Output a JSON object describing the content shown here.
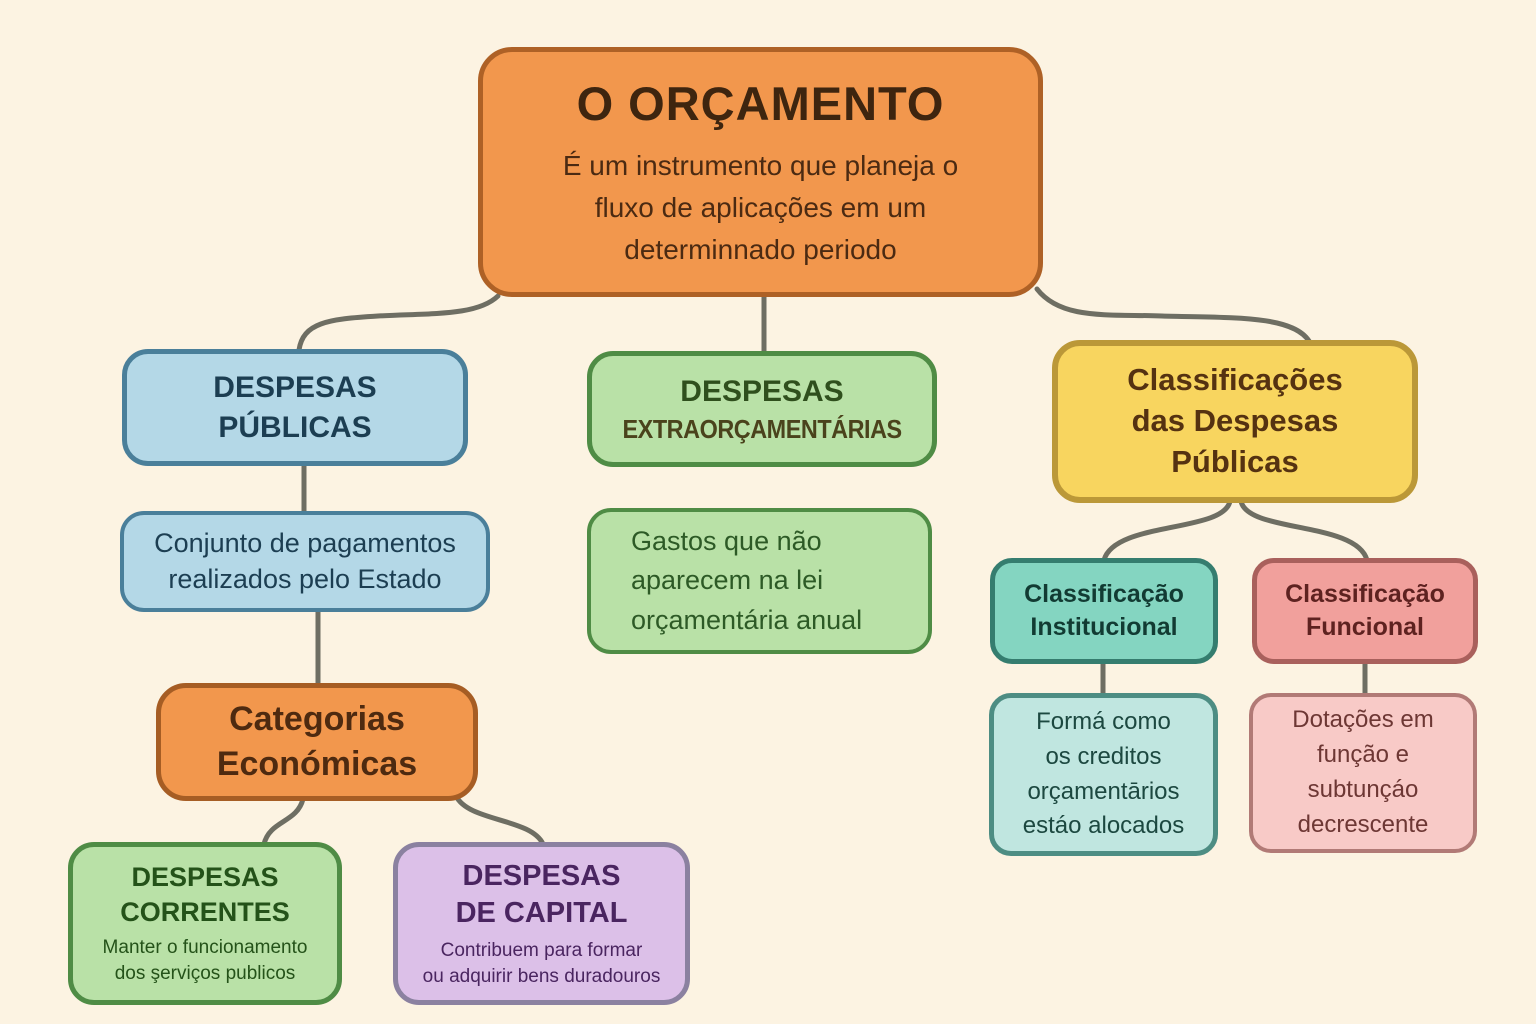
{
  "colors": {
    "background": "#fcf3e2",
    "connector": "#6e6e63",
    "orange_fill": "#f2974d",
    "orange_border": "#ae6126",
    "blue_fill": "#b4d8e7",
    "blue_border": "#4a7f9a",
    "green_fill": "#b9e1a7",
    "green_border": "#4f8c45",
    "yellow_fill": "#f8d55f",
    "yellow_border": "#bb9838",
    "teal_fill": "#84d5c1",
    "teal_border": "#357d6f",
    "teal_light_fill": "#c0e6e0",
    "teal_light_border": "#4d8d83",
    "pink_fill": "#f1a09c",
    "pink_border": "#a9605c",
    "pink_light_fill": "#f8cac7",
    "pink_light_border": "#b17a76",
    "purple_fill": "#dcc0e8",
    "purple_border": "#8b81a0"
  },
  "nodes": {
    "root": {
      "title": "O ORÇAMENTO",
      "desc": "É um instrumento que planeja o\nfluxo de aplicações em um\ndeterminnado periodo"
    },
    "despesas_publicas": {
      "label": "DESPESAS\nPÚBLICAS"
    },
    "conjunto": {
      "label": "Conjunto de pagamentos\nrealizados pelo Estado"
    },
    "categorias": {
      "label": "Categorias\nEconómicas"
    },
    "correntes": {
      "title": "DESPESAS\nCORRENTES",
      "desc": "Manter o funcionamento\ndos şerviços publicos"
    },
    "capital": {
      "title": "DESPESAS\nDE CAPITAL",
      "desc": "Contribuem para formar\nou adquirir bens duradouros"
    },
    "extra": {
      "line1": "DESPESAS",
      "line2": "EXTRAORÇAMENTÁRIAS"
    },
    "gastos": {
      "label": "Gastos que não\naparecem na lei\norçamentária anual"
    },
    "classificacoes": {
      "label": "Classificações\ndas Despesas\nPúblicas"
    },
    "institucional": {
      "label": "Classificação\nInstitucional"
    },
    "funcional": {
      "label": "Classificação\nFuncional"
    },
    "forma": {
      "label": "Formá como\nos creditos\norçamentārios\nestáo alocados"
    },
    "dotacoes": {
      "label": "Dotações em\nfunção e\nsubtunçáo\ndecrescente"
    }
  },
  "edges": [
    {
      "from": "O ORÇAMENTO",
      "to": "DESPESAS PÚBLICAS"
    },
    {
      "from": "O ORÇAMENTO",
      "to": "DESPESAS EXTRAORÇAMENTÁRIAS"
    },
    {
      "from": "O ORÇAMENTO",
      "to": "Classificações das Despesas Públicas"
    },
    {
      "from": "DESPESAS PÚBLICAS",
      "to": "Conjunto de pagamentos realizados pelo Estado"
    },
    {
      "from": "Conjunto de pagamentos realizados pelo Estado",
      "to": "Categorias Económicas"
    },
    {
      "from": "Categorias Económicas",
      "to": "DESPESAS CORRENTES"
    },
    {
      "from": "Categorias Económicas",
      "to": "DESPESAS DE CAPITAL"
    },
    {
      "from": "DESPESAS EXTRAORÇAMENTÁRIAS",
      "to": "Gastos que não aparecem na lei orçamentária anual"
    },
    {
      "from": "Classificações das Despesas Públicas",
      "to": "Classificação Institucional"
    },
    {
      "from": "Classificações das Despesas Públicas",
      "to": "Classificação Funcional"
    },
    {
      "from": "Classificação Institucional",
      "to": "Formá como os creditos orçamentārios estáo alocados"
    },
    {
      "from": "Classificação Funcional",
      "to": "Dotações em função e subtunçáo decrescente"
    }
  ]
}
